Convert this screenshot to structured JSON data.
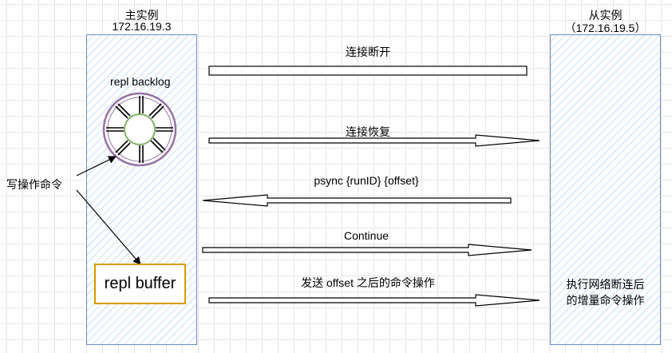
{
  "master": {
    "title": "主实例",
    "ip": "172.16.19.3",
    "backlog_label": "repl backlog",
    "buffer_label": "repl buffer"
  },
  "slave": {
    "title": "从实例",
    "ip": "（172.16.19.5）",
    "note_line1": "执行网络断连后",
    "note_line2": "的增量命令操作"
  },
  "write_cmd": "写操作命令",
  "messages": {
    "disconnect": "连接断开",
    "reconnect": "连接恢复",
    "psync": "psync {runID} {offset}",
    "continue": "Continue",
    "send_after_offset": "发送 offset 之后的命令操作"
  },
  "colors": {
    "instance_border": "#6c8ebf",
    "hatch": "#dae8fc",
    "backlog_ring": "#9673a6",
    "backlog_center": "#82b366",
    "buffer_border": "#d79b00"
  }
}
